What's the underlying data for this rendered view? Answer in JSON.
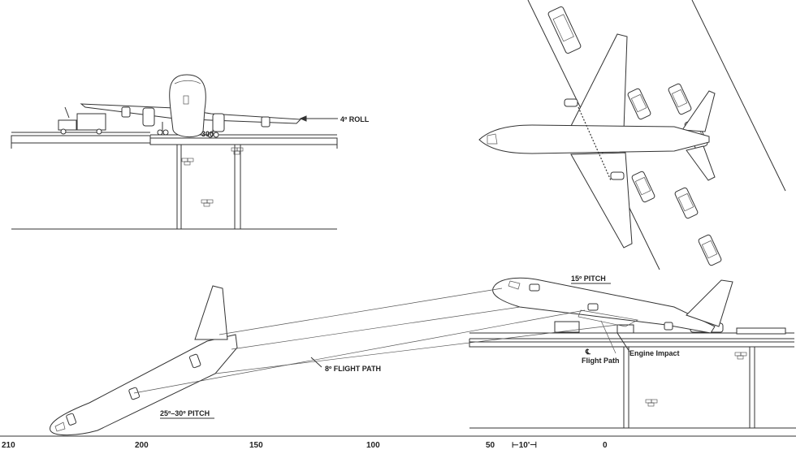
{
  "labels": {
    "roll": "4º ROLL",
    "pitch_15": "15º PITCH",
    "pitch_25_30": "25º–30º PITCH",
    "flight_path_8": "8º FLIGHT PATH",
    "flight_path": "Flight Path",
    "engine_impact": "Engine Impact",
    "tail_number": "300",
    "scale": "⊢10'⊣"
  },
  "axis": {
    "ticks": [
      "210",
      "200",
      "150",
      "100",
      "50",
      "0"
    ]
  }
}
